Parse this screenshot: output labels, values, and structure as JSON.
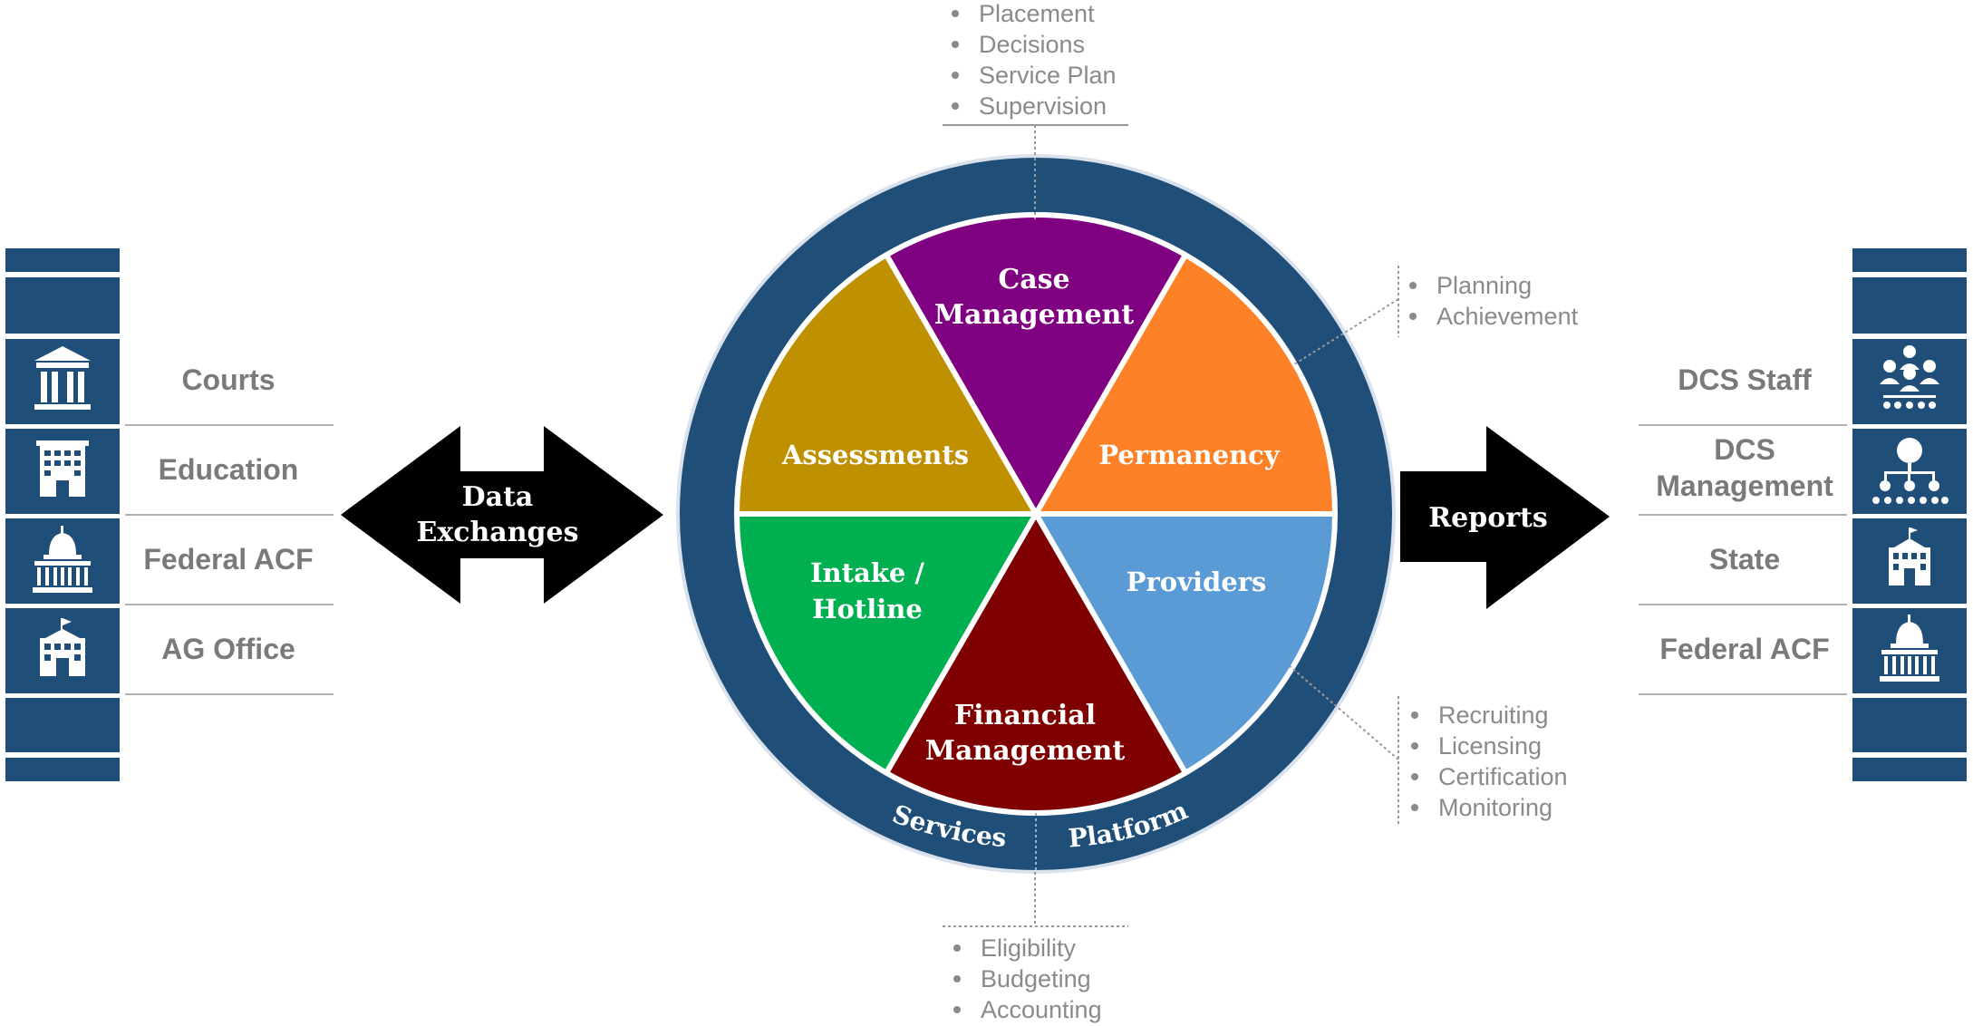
{
  "colors": {
    "navy": "#1f4e79",
    "case_management": "#7f0080",
    "permanency": "#fd8127",
    "providers": "#5b9bd5",
    "financial_management": "#7f0000",
    "intake_hotline": "#00b050",
    "assessments": "#bf9000"
  },
  "left_panel": {
    "items": [
      {
        "label": "Courts",
        "icon": "courthouse-icon"
      },
      {
        "label": "Education",
        "icon": "school-building-icon"
      },
      {
        "label": "Federal ACF",
        "icon": "capitol-icon"
      },
      {
        "label": "AG Office",
        "icon": "office-building-flag-icon"
      }
    ]
  },
  "right_panel": {
    "items": [
      {
        "label": "DCS Staff",
        "icon": "staff-group-icon"
      },
      {
        "label_line1": "DCS",
        "label_line2": "Management",
        "icon": "org-chart-icon"
      },
      {
        "label": "State",
        "icon": "state-building-icon"
      },
      {
        "label": "Federal ACF",
        "icon": "capitol-icon"
      }
    ]
  },
  "arrows": {
    "data_exchanges_line1": "Data",
    "data_exchanges_line2": "Exchanges",
    "reports": "Reports"
  },
  "wheel": {
    "segments": {
      "case_management_line1": "Case",
      "case_management_line2": "Management",
      "permanency": "Permanency",
      "providers": "Providers",
      "financial_management_line1": "Financial",
      "financial_management_line2": "Management",
      "intake_line1": "Intake /",
      "intake_line2": "Hotline",
      "assessments": "Assessments"
    },
    "ring_left": "Services",
    "ring_right": "Platform"
  },
  "callouts": {
    "top": [
      "Placement",
      "Decisions",
      "Service Plan",
      "Supervision"
    ],
    "right_top": [
      "Planning",
      "Achievement"
    ],
    "right_bottom": [
      "Recruiting",
      "Licensing",
      "Certification",
      "Monitoring"
    ],
    "bottom": [
      "Eligibility",
      "Budgeting",
      "Accounting"
    ]
  }
}
